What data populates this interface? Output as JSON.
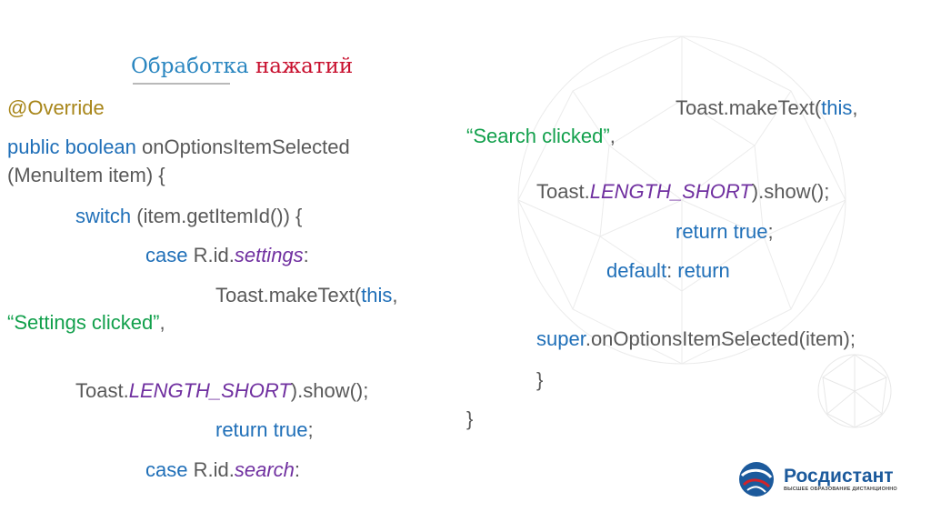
{
  "title": {
    "part1": "Обработка",
    "part2": "нажатий"
  },
  "code_lines": [
    [
      {
        "t": "@Override",
        "s": "an"
      }
    ],
    [
      {
        "t": "public boolean",
        "s": "kw"
      },
      {
        "t": " onOptionsItemSelected",
        "s": "tx"
      }
    ],
    [
      {
        "t": "(MenuItem item) {",
        "s": "tx"
      }
    ],
    [
      {
        "t": "switch",
        "s": "kw"
      },
      {
        "t": " (item.getItemId()) {",
        "s": "tx"
      }
    ],
    [
      {
        "t": "case",
        "s": "kw"
      },
      {
        "t": " R.id.",
        "s": "tx"
      },
      {
        "t": "settings",
        "s": "it"
      },
      {
        "t": ":",
        "s": "tx"
      }
    ],
    [
      {
        "t": "Toast.makeText(",
        "s": "tx"
      },
      {
        "t": "this",
        "s": "kw"
      },
      {
        "t": ",",
        "s": "tx"
      }
    ],
    [
      {
        "t": "“Settings clicked”",
        "s": "st"
      },
      {
        "t": ",",
        "s": "tx"
      }
    ],
    [
      {
        "t": "Toast.",
        "s": "tx"
      },
      {
        "t": "LENGTH_SHORT",
        "s": "it"
      },
      {
        "t": ").show();",
        "s": "tx"
      }
    ],
    [
      {
        "t": "return true",
        "s": "kw"
      },
      {
        "t": ";",
        "s": "tx"
      }
    ],
    [
      {
        "t": "case",
        "s": "kw"
      },
      {
        "t": " R.id.",
        "s": "tx"
      },
      {
        "t": "search",
        "s": "it"
      },
      {
        "t": ":",
        "s": "tx"
      }
    ],
    [
      {
        "t": "Toast.makeText(",
        "s": "tx"
      },
      {
        "t": "this",
        "s": "kw"
      },
      {
        "t": ",",
        "s": "tx"
      }
    ],
    [
      {
        "t": "“Search clicked”",
        "s": "st"
      },
      {
        "t": ",",
        "s": "tx"
      }
    ],
    [
      {
        "t": "Toast.",
        "s": "tx"
      },
      {
        "t": "LENGTH_SHORT",
        "s": "it"
      },
      {
        "t": ").show();",
        "s": "tx"
      }
    ],
    [
      {
        "t": "return true",
        "s": "kw"
      },
      {
        "t": ";",
        "s": "tx"
      }
    ],
    [
      {
        "t": "default",
        "s": "kw"
      },
      {
        "t": ": ",
        "s": "tx"
      },
      {
        "t": "return",
        "s": "kw"
      }
    ],
    [
      {
        "t": "super",
        "s": "kw"
      },
      {
        "t": ".onOptionsItemSelected(item);",
        "s": "tx"
      }
    ],
    [
      {
        "t": "}",
        "s": "tx"
      }
    ],
    [
      {
        "t": "}",
        "s": "tx"
      }
    ]
  ],
  "logo": {
    "name": "Росдистант",
    "tagline": "ВЫСШЕЕ ОБРАЗОВАНИЕ ДИСТАНЦИОННО"
  },
  "colors": {
    "keyword": "#1f6fb8",
    "text": "#595959",
    "constant": "#7030a0",
    "string": "#12a04c",
    "annotation": "#a8861a",
    "title_blue": "#2a86c0",
    "title_red": "#c8102e"
  }
}
